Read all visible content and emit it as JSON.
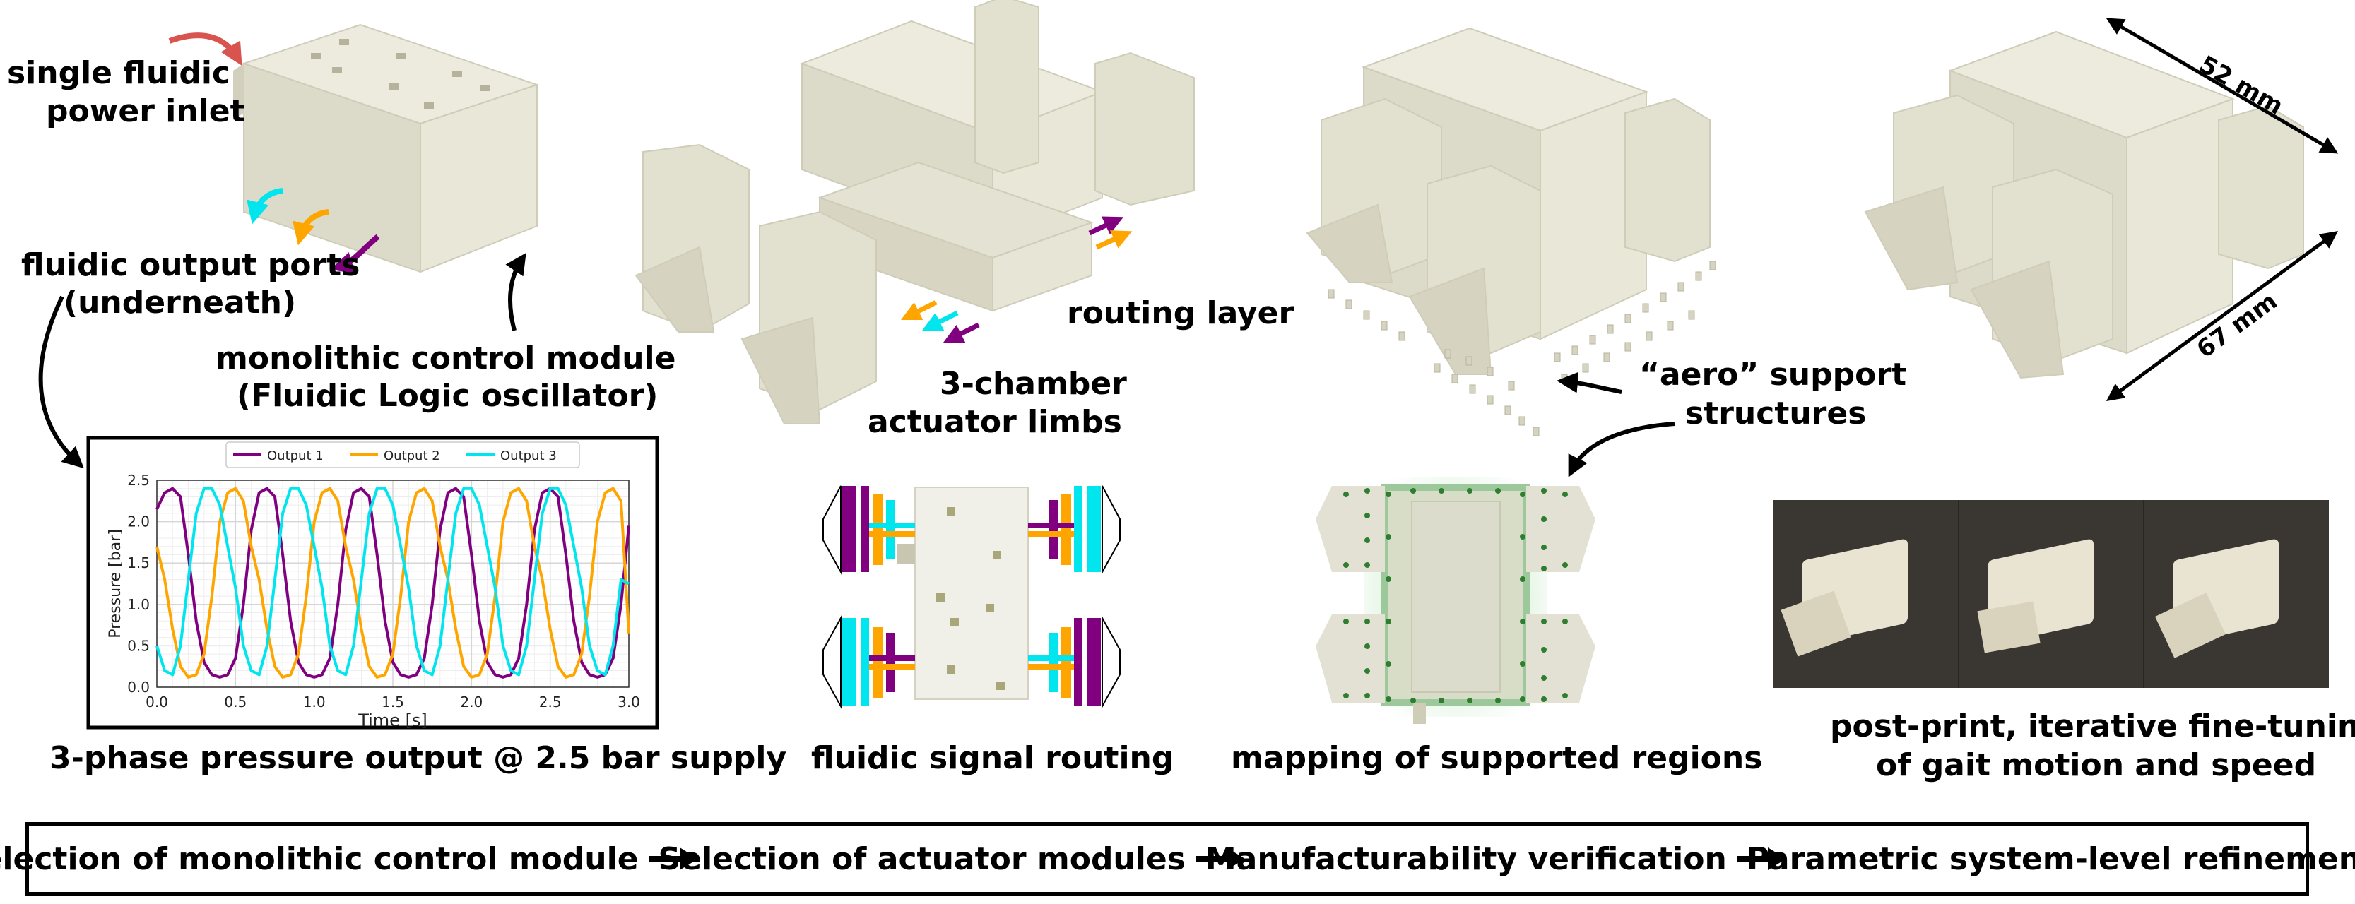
{
  "labels": {
    "inlet_l1": "single fluidic",
    "inlet_l2": "power inlet",
    "ports_l1": "fluidic output ports",
    "ports_l2": "(underneath)",
    "module_l1": "monolithic control module",
    "module_l2": "(Fluidic Logic oscillator)",
    "routing_layer": "routing layer",
    "limbs_l1": "3-chamber",
    "limbs_l2": "actuator limbs",
    "aero_l1": "“aero” support",
    "aero_l2": "structures",
    "dim_52": "52 mm",
    "dim_67": "67 mm",
    "cap_pressure": "3-phase pressure output @ 2.5 bar supply",
    "cap_routing": "fluidic signal routing",
    "cap_mapping": "mapping of supported regions",
    "cap_post_l1": "post-print, iterative fine-tuning",
    "cap_post_l2": "of gait motion and speed"
  },
  "workflow": {
    "step1": "Selection of monolithic control module",
    "step2": "Selection of actuator modules",
    "step3": "Manufacturability verification",
    "step4": "Parametric system-level refinement"
  },
  "colors": {
    "output1": "#800080",
    "output2": "#ffa500",
    "output3": "#00e5ee",
    "inlet_arrow": "#d9534f",
    "body": "#e6e5d6",
    "support_green": "#3a8a3a"
  },
  "chart_data": {
    "type": "line",
    "title": "",
    "xlabel": "Time [s]",
    "ylabel": "Pressure [bar]",
    "xlim": [
      0,
      3.0
    ],
    "ylim": [
      0,
      2.5
    ],
    "xticks": [
      "0.0",
      "0.5",
      "1.0",
      "1.5",
      "2.0",
      "2.5",
      "3.0"
    ],
    "yticks": [
      "0.0",
      "0.5",
      "1.0",
      "1.5",
      "2.0",
      "2.5"
    ],
    "legend_position": "top-center",
    "grid": true,
    "series": [
      {
        "name": "Output 1",
        "color": "#800080",
        "x": [
          0.0,
          0.05,
          0.1,
          0.15,
          0.2,
          0.25,
          0.3,
          0.35,
          0.4,
          0.45,
          0.5,
          0.55,
          0.6,
          0.65,
          0.7,
          0.75,
          0.8,
          0.85,
          0.9,
          0.95,
          1.0,
          1.05,
          1.1,
          1.15,
          1.2,
          1.25,
          1.3,
          1.35,
          1.4,
          1.45,
          1.5,
          1.55,
          1.6,
          1.65,
          1.7,
          1.75,
          1.8,
          1.85,
          1.9,
          1.95,
          2.0,
          2.05,
          2.1,
          2.15,
          2.2,
          2.25,
          2.3,
          2.35,
          2.4,
          2.45,
          2.5,
          2.55,
          2.6,
          2.65,
          2.7,
          2.75,
          2.8,
          2.85,
          2.9,
          2.95,
          3.0
        ],
        "y": [
          2.15,
          2.35,
          2.4,
          2.3,
          1.6,
          0.8,
          0.3,
          0.15,
          0.12,
          0.15,
          0.35,
          1.0,
          1.9,
          2.35,
          2.4,
          2.3,
          1.6,
          0.8,
          0.3,
          0.15,
          0.12,
          0.15,
          0.35,
          1.0,
          1.9,
          2.35,
          2.4,
          2.3,
          1.6,
          0.8,
          0.3,
          0.15,
          0.12,
          0.15,
          0.35,
          1.0,
          1.9,
          2.35,
          2.4,
          2.3,
          1.6,
          0.8,
          0.3,
          0.15,
          0.12,
          0.15,
          0.35,
          1.0,
          1.9,
          2.35,
          2.4,
          2.3,
          1.6,
          0.8,
          0.3,
          0.15,
          0.12,
          0.15,
          0.35,
          1.0,
          1.95
        ]
      },
      {
        "name": "Output 2",
        "color": "#ffa500",
        "x": [
          0.0,
          0.05,
          0.1,
          0.15,
          0.2,
          0.25,
          0.3,
          0.35,
          0.4,
          0.45,
          0.5,
          0.55,
          0.6,
          0.65,
          0.7,
          0.75,
          0.8,
          0.85,
          0.9,
          0.95,
          1.0,
          1.05,
          1.1,
          1.15,
          1.2,
          1.25,
          1.3,
          1.35,
          1.4,
          1.45,
          1.5,
          1.55,
          1.6,
          1.65,
          1.7,
          1.75,
          1.8,
          1.85,
          1.9,
          1.95,
          2.0,
          2.05,
          2.1,
          2.15,
          2.2,
          2.25,
          2.3,
          2.35,
          2.4,
          2.45,
          2.5,
          2.55,
          2.6,
          2.65,
          2.7,
          2.75,
          2.8,
          2.85,
          2.9,
          2.95,
          3.0
        ],
        "y": [
          1.7,
          1.3,
          0.7,
          0.25,
          0.12,
          0.15,
          0.4,
          1.1,
          2.0,
          2.35,
          2.4,
          2.25,
          1.7,
          1.3,
          0.7,
          0.25,
          0.12,
          0.15,
          0.4,
          1.1,
          2.0,
          2.35,
          2.4,
          2.25,
          1.7,
          1.3,
          0.7,
          0.25,
          0.12,
          0.15,
          0.4,
          1.1,
          2.0,
          2.35,
          2.4,
          2.25,
          1.7,
          1.3,
          0.7,
          0.25,
          0.12,
          0.15,
          0.4,
          1.1,
          2.0,
          2.35,
          2.4,
          2.25,
          1.7,
          1.3,
          0.7,
          0.25,
          0.12,
          0.15,
          0.4,
          1.1,
          2.0,
          2.35,
          2.4,
          2.25,
          0.65
        ]
      },
      {
        "name": "Output 3",
        "color": "#00e5ee",
        "x": [
          0.0,
          0.05,
          0.1,
          0.15,
          0.2,
          0.25,
          0.3,
          0.35,
          0.4,
          0.45,
          0.5,
          0.55,
          0.6,
          0.65,
          0.7,
          0.75,
          0.8,
          0.85,
          0.9,
          0.95,
          1.0,
          1.05,
          1.1,
          1.15,
          1.2,
          1.25,
          1.3,
          1.35,
          1.4,
          1.45,
          1.5,
          1.55,
          1.6,
          1.65,
          1.7,
          1.75,
          1.8,
          1.85,
          1.9,
          1.95,
          2.0,
          2.05,
          2.1,
          2.15,
          2.2,
          2.25,
          2.3,
          2.35,
          2.4,
          2.45,
          2.5,
          2.55,
          2.6,
          2.65,
          2.7,
          2.75,
          2.8,
          2.85,
          2.9,
          2.95,
          3.0
        ],
        "y": [
          0.5,
          0.2,
          0.15,
          0.5,
          1.3,
          2.1,
          2.4,
          2.4,
          2.2,
          1.7,
          1.2,
          0.5,
          0.2,
          0.15,
          0.5,
          1.3,
          2.1,
          2.4,
          2.4,
          2.2,
          1.7,
          1.2,
          0.5,
          0.2,
          0.15,
          0.5,
          1.3,
          2.1,
          2.4,
          2.4,
          2.2,
          1.7,
          1.2,
          0.5,
          0.2,
          0.15,
          0.5,
          1.3,
          2.1,
          2.4,
          2.4,
          2.2,
          1.7,
          1.2,
          0.5,
          0.2,
          0.15,
          0.5,
          1.3,
          2.1,
          2.4,
          2.4,
          2.2,
          1.7,
          1.2,
          0.5,
          0.2,
          0.15,
          0.5,
          1.3,
          1.25
        ]
      }
    ]
  }
}
